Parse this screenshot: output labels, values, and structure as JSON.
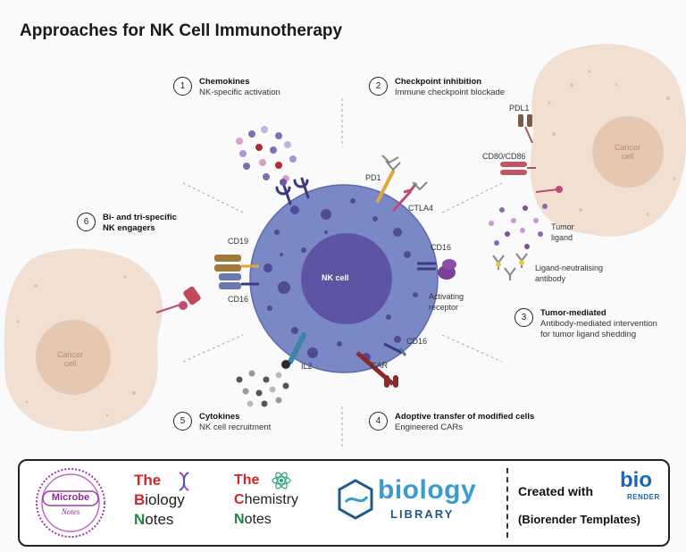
{
  "title": "Approaches for NK Cell Immunotherapy",
  "nk_cell": "NK cell",
  "cancer_cell": [
    "Cancer",
    "cell"
  ],
  "labels": {
    "pdl1": "PDL1",
    "cd80_cd86": "CD80/CD86",
    "pd1": "PD1",
    "ctla4": "CTLA4",
    "cd16_right": "CD16",
    "cd19": "CD19",
    "cd16_left": "CD16",
    "activating_receptor": [
      "Activating",
      "receptor"
    ],
    "tumor_ligand": [
      "Tumor",
      "ligand"
    ],
    "ligand_antibody": [
      "Ligand-neutralising",
      "antibody"
    ],
    "cd16_car": "CD16",
    "car": "CAR",
    "il2": "IL2"
  },
  "steps": [
    {
      "num": "1",
      "title": "Chemokines",
      "sub": [
        "NK-specific activation"
      ]
    },
    {
      "num": "2",
      "title": "Checkpoint inhibition",
      "sub": [
        "Immune checkpoint blockade"
      ]
    },
    {
      "num": "3",
      "title": "Tumor-mediated",
      "sub": [
        "Antibody-mediated intervention",
        "for tumor ligand shedding"
      ]
    },
    {
      "num": "4",
      "title": "Adoptive transfer of modified cells",
      "sub": [
        "Engineered CARs"
      ]
    },
    {
      "num": "5",
      "title": "Cytokines",
      "sub": [
        "NK cell recruitment"
      ]
    },
    {
      "num": "6",
      "title": "Bi- and tri-specific",
      "sub": [
        "NK engagers"
      ]
    }
  ],
  "footer": {
    "microbe": [
      "Microbe",
      "Notes"
    ],
    "biology_notes": [
      "The",
      "Biology",
      "Notes"
    ],
    "chemistry_notes": [
      "The",
      "Chemistry",
      "Notes"
    ],
    "biology_library": [
      "biology",
      "LIBRARY"
    ],
    "created_with": "Created with",
    "biorender": [
      "bio",
      "RENDER"
    ],
    "templates": "(Biorender Templates)"
  },
  "colors": {
    "nk_cell": "#7b88c6",
    "nk_nucleus": "#5e54a4",
    "cancer_cell": "#f1dfd1",
    "cancer_nucleus": "#e6c8b1"
  }
}
